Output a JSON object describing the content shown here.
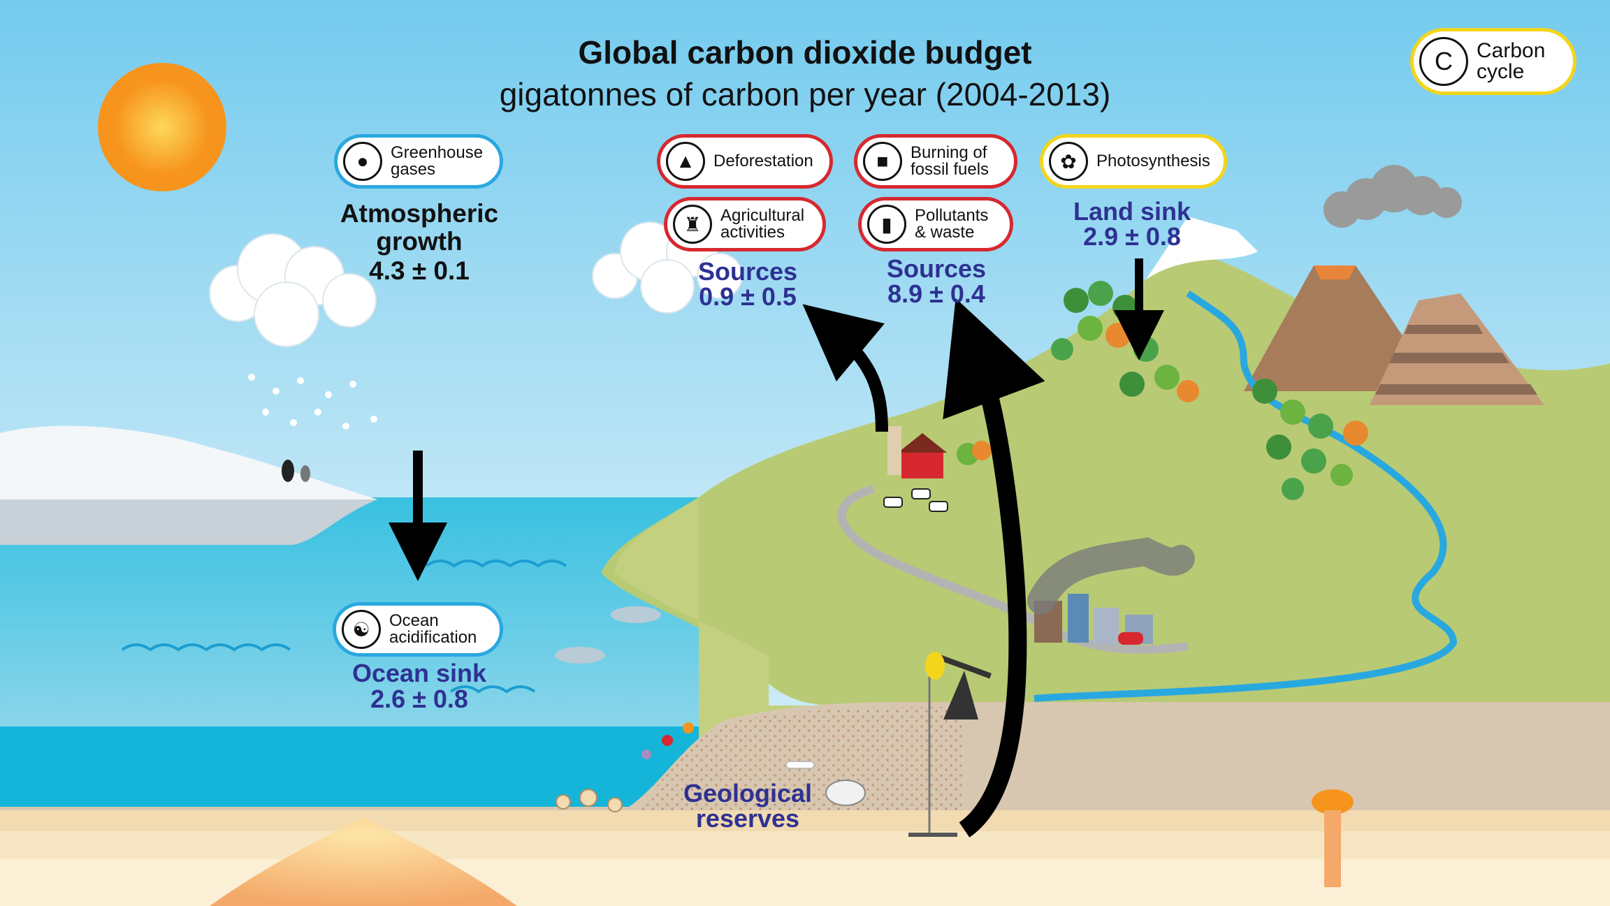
{
  "header": {
    "title": "Global carbon dioxide budget",
    "subtitle": "gigatonnes of carbon per year (2004-2013)"
  },
  "badge": {
    "label": "Carbon\ncycle",
    "icon": "carbon-cycle-icon"
  },
  "atmosphere": {
    "pill": {
      "label": "Greenhouse\ngases",
      "icon": "co2-molecule-icon"
    },
    "label": "Atmospheric\ngrowth",
    "value": "4.3 ± 0.1"
  },
  "ocean": {
    "pill": {
      "label": "Ocean\nacidification",
      "icon": "co2-coral-icon"
    },
    "label": "Ocean sink",
    "value": "2.6 ± 0.8"
  },
  "land_use_sources": {
    "pills": [
      {
        "label": "Deforestation",
        "icon": "tree-icon"
      },
      {
        "label": "Agricultural\nactivities",
        "icon": "farm-cow-icon"
      }
    ],
    "label": "Sources",
    "value": "0.9 ± 0.5"
  },
  "fossil_sources": {
    "pills": [
      {
        "label": "Burning of\nfossil fuels",
        "icon": "factory-icon"
      },
      {
        "label": "Pollutants\n& waste",
        "icon": "bottle-icon"
      }
    ],
    "label": "Sources",
    "value": "8.9 ± 0.4"
  },
  "land_sink": {
    "pill": {
      "label": "Photosynthesis",
      "icon": "leaf-icon"
    },
    "label": "Land sink",
    "value": "2.9 ± 0.8"
  },
  "geological": {
    "label": "Geological\nreserves"
  },
  "colors": {
    "sky_top": "#74cbee",
    "sky_bottom": "#d3eef7",
    "ocean": "#35bfe0",
    "deep_ocean": "#14b5d8",
    "land": "#b9ca74",
    "ground": "#d8c7b0",
    "sun": "#f7941d",
    "arrow": "#000000",
    "value_text": "#2e3192",
    "pill_blue": "#29a8e0",
    "pill_red": "#d7282f",
    "pill_yellow": "#f3d51c"
  }
}
